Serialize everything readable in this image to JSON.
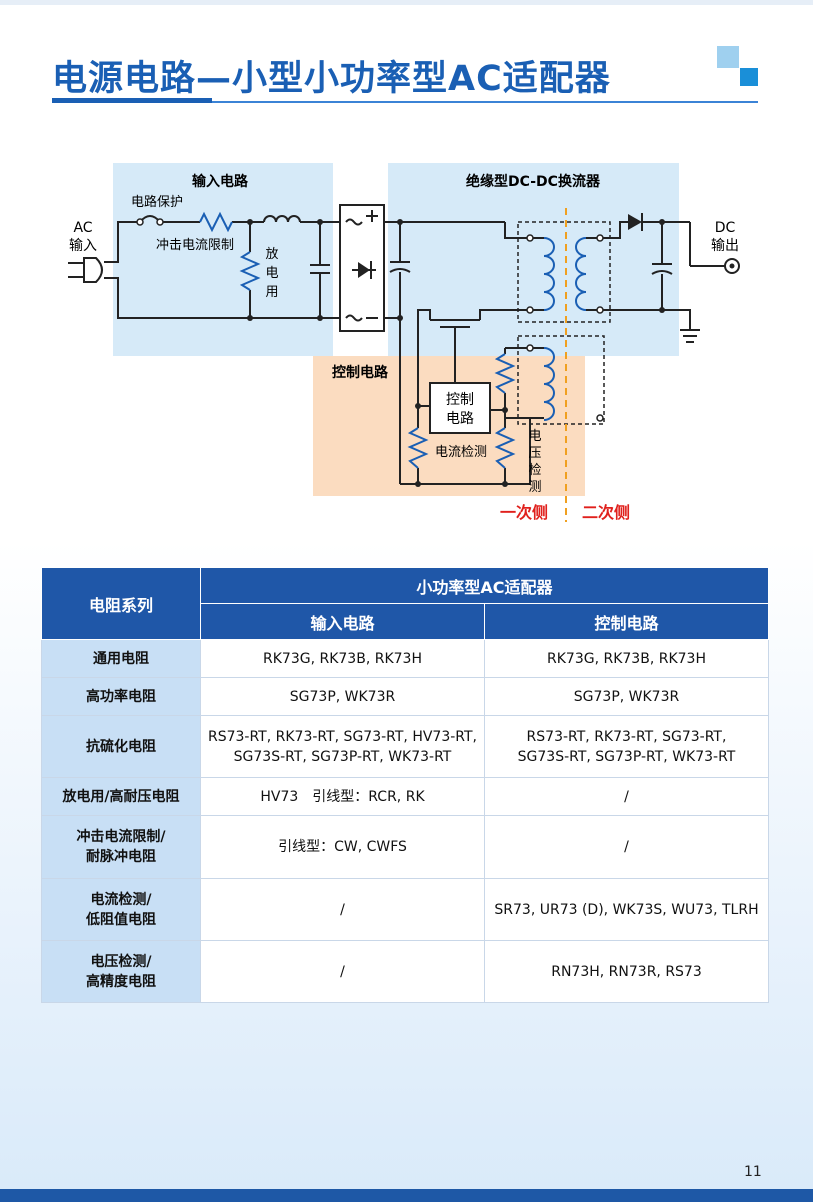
{
  "title": "电源电路—小型小功率型AC适配器",
  "diagram": {
    "input_circuit": "输入电路",
    "isolated_converter": "绝缘型DC-DC换流器",
    "control_circuit": "控制电路",
    "ac_input_line1": "AC",
    "ac_input_line2": "输入",
    "dc_output_line1": "DC",
    "dc_output_line2": "输出",
    "circuit_protection": "电路保护",
    "inrush_limit": "冲击电流限制",
    "discharge_chars": [
      "放",
      "电",
      "用"
    ],
    "control_block_line1": "控制",
    "control_block_line2": "电路",
    "current_sense": "电流检测",
    "voltage_sense_chars": [
      "电",
      "压",
      "检",
      "测"
    ],
    "primary_side": "一次侧",
    "secondary_side": "二次侧",
    "colors": {
      "input_region": "#d6eaf8",
      "control_region": "#fbdcc0",
      "divider": "#f0a020",
      "side_label": "#e0201c"
    }
  },
  "table": {
    "series_header": "电阻系列",
    "group_header": "小功率型AC适配器",
    "column_headers": [
      "输入电路",
      "控制电路"
    ],
    "rows": [
      {
        "name_lines": [
          "通用电阻"
        ],
        "input_lines": [
          "RK73G, RK73B, RK73H"
        ],
        "control_lines": [
          "RK73G, RK73B, RK73H"
        ]
      },
      {
        "name_lines": [
          "高功率电阻"
        ],
        "input_lines": [
          "SG73P, WK73R"
        ],
        "control_lines": [
          "SG73P, WK73R"
        ]
      },
      {
        "name_lines": [
          "抗硫化电阻"
        ],
        "input_lines": [
          "RS73-RT, RK73-RT, SG73-RT, HV73-RT,",
          "SG73S-RT, SG73P-RT, WK73-RT"
        ],
        "control_lines": [
          "RS73-RT, RK73-RT, SG73-RT,",
          "SG73S-RT, SG73P-RT, WK73-RT"
        ]
      },
      {
        "name_lines": [
          "放电用/高耐压电阻"
        ],
        "input_lines": [
          "HV73　引线型：RCR, RK"
        ],
        "control_lines": [
          "/"
        ]
      },
      {
        "name_lines": [
          "冲击电流限制/",
          "耐脉冲电阻"
        ],
        "input_lines": [
          "引线型：CW, CWFS"
        ],
        "control_lines": [
          "/"
        ]
      },
      {
        "name_lines": [
          "电流检测/",
          "低阻值电阻"
        ],
        "input_lines": [
          "/"
        ],
        "control_lines": [
          "SR73, UR73 (D), WK73S, WU73, TLRH"
        ]
      },
      {
        "name_lines": [
          "电压检测/",
          "高精度电阻"
        ],
        "input_lines": [
          "/"
        ],
        "control_lines": [
          "RN73H, RN73R, RS73"
        ]
      }
    ]
  },
  "page_number": "11",
  "colors": {
    "brand_blue": "#1a5fb4",
    "table_header": "#1f57a8",
    "row_header": "#c8dff5"
  }
}
